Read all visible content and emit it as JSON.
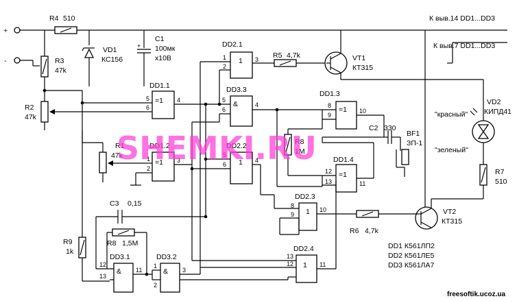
{
  "terminals": {
    "plus": "+",
    "minus": "-"
  },
  "supply_labels": {
    "pin14": "К выв.14 DD1...DD3",
    "pin7": "К выв.7 DD1...DD3"
  },
  "resistors": {
    "R4": {
      "name": "R4",
      "value": "510"
    },
    "R3": {
      "name": "R3",
      "value": "47k"
    },
    "R2": {
      "name": "R2",
      "value": "47k"
    },
    "R1": {
      "name": "R1",
      "value": "47k"
    },
    "R9": {
      "name": "R9",
      "value": "1k"
    },
    "R8a": {
      "name": "R8",
      "value": "1,5M"
    },
    "R8b": {
      "name": "R8",
      "value": "1M"
    },
    "R5": {
      "name": "R5",
      "value": "4,7k"
    },
    "R6": {
      "name": "R6",
      "value": "4,7k"
    },
    "R7": {
      "name": "R7",
      "value": "510"
    }
  },
  "diode_vd1": {
    "name": "VD1",
    "value": "КС156"
  },
  "cap_c1": {
    "name": "C1",
    "value": "100мк",
    "voltage": "х10В"
  },
  "cap_c2": {
    "name": "C2",
    "value": "330"
  },
  "cap_c3": {
    "name": "C3",
    "value": "0,15"
  },
  "transistors": {
    "vt1": {
      "name": "VT1",
      "type": "КТ315"
    },
    "vt2": {
      "name": "VT2",
      "type": "КТ315"
    }
  },
  "led_vd2": {
    "name": "VD2",
    "type": "КИПД41",
    "red": "\"красный\"",
    "green": "\"зеленый\""
  },
  "speaker": {
    "name": "BF1",
    "type": "ЗП-1"
  },
  "gates": {
    "dd1_1": {
      "name": "DD1.1",
      "sym": "=1",
      "in1": "5",
      "in2": "6",
      "out": "4"
    },
    "dd1_2": {
      "name": "DD1.2",
      "sym": "=1",
      "in1": "1",
      "in2": "2",
      "out": "3"
    },
    "dd1_3": {
      "name": "DD1.3",
      "sym": "=1",
      "in1": "8",
      "in2": "9",
      "out": "10"
    },
    "dd1_4": {
      "name": "DD1.4",
      "sym": "=1",
      "in1": "12",
      "in2": "13",
      "out": "11"
    },
    "dd2_1": {
      "name": "DD2.1",
      "sym": "1",
      "in1": "1",
      "in2": "2",
      "out": "3"
    },
    "dd2_2": {
      "name": "DD2.2",
      "sym": "1",
      "in1": "5",
      "in2": "6",
      "out": "4"
    },
    "dd2_3": {
      "name": "DD2.3",
      "sym": "1",
      "in1": "8",
      "in2": "9",
      "out": "10"
    },
    "dd2_4": {
      "name": "DD2.4",
      "sym": "1",
      "in1": "13",
      "in2": "12",
      "out": "11"
    },
    "dd3_1": {
      "name": "DD3.1",
      "sym": "&",
      "in1": "12",
      "in2": "13",
      "out": "11"
    },
    "dd3_2": {
      "name": "DD3.2",
      "sym": "&",
      "in1": "1",
      "in2": "2",
      "out": "3"
    },
    "dd3_3": {
      "name": "DD3.3",
      "sym": "&",
      "in1": "5",
      "in2": "6",
      "out": "4"
    }
  },
  "parts_list": [
    "DD1 К561ЛП2",
    "DD2 К561ЛЕ5",
    "DD3 К561ЛА7"
  ],
  "watermark": "SHEMKI.RU",
  "site": "freesoftik.ucoz.ua"
}
